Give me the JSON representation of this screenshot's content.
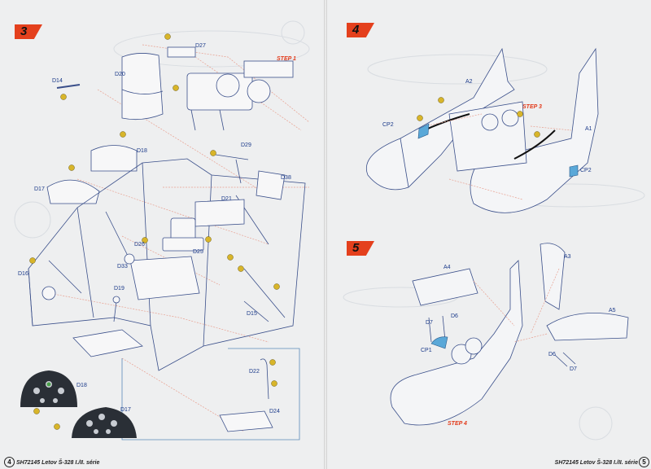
{
  "left_page": {
    "step_number": "3",
    "step_ref": "STEP 1",
    "parts": {
      "D27": "D27",
      "D20": "D20",
      "D14": "D14",
      "D18": "D18",
      "D29": "D29",
      "D17": "D17",
      "D38": "D38",
      "D21": "D21",
      "D26": "D26",
      "D25": "D25",
      "D33": "D33",
      "D16": "D16",
      "D19": "D19",
      "D15": "D15",
      "D22": "D22",
      "D24": "D24"
    },
    "inset_labels": {
      "D18": "D18",
      "D17": "D17"
    },
    "footer": "SH72145 Letov Š-328 I./II. série",
    "page_number": "4"
  },
  "right_page": {
    "step4": {
      "step_number": "4",
      "step_ref": "STEP 3",
      "parts": {
        "A2": "A2",
        "CP2_left": "CP2",
        "A1": "A1",
        "CP2_right": "CP2"
      }
    },
    "step5": {
      "step_number": "5",
      "step_ref": "STEP 4",
      "parts": {
        "A4": "A4",
        "A3": "A3",
        "D6_left": "D6",
        "D7_left": "D7",
        "A5": "A5",
        "CP1": "CP1",
        "D6_right": "D6",
        "D7_right": "D7"
      }
    },
    "footer": "SH72145 Letov Š-328 I./II. série",
    "page_number": "5"
  },
  "colors": {
    "accent_red": "#e4401d",
    "line_blue": "#3a4f8a",
    "leader_red": "#e8a090",
    "glue_yellow": "#d8b52a",
    "clear_part_blue": "#5aa8d8"
  }
}
